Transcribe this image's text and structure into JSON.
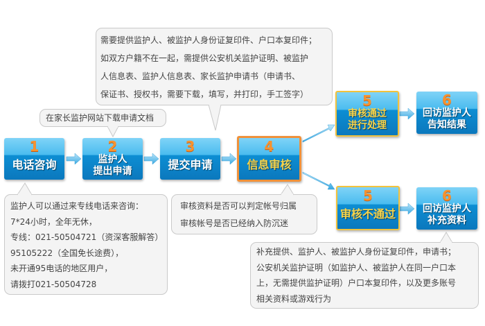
{
  "steps": [
    {
      "num": "1",
      "label": "电话咨询"
    },
    {
      "num": "2",
      "label": "监护人\n提出申请"
    },
    {
      "num": "3",
      "label": "提交申请"
    },
    {
      "num": "4",
      "label": "信息审核"
    },
    {
      "num": "5",
      "label": "审核通过\n进行处理"
    },
    {
      "num": "6",
      "label": "回访监护人\n告知结果"
    },
    {
      "num": "5",
      "label": "审核不通过"
    },
    {
      "num": "6",
      "label": "回访监护人\n补充资料"
    }
  ],
  "notes": {
    "download": "在家长监护网站下载申请文档",
    "documents": [
      "需要提供监护人、被监护人身份证复印件、户口本复印件；",
      "如双方户籍不在一起，需提供公安机关监护证明、被监护",
      "人信息表、监护人信息表、家长监护申请书（申请书、",
      "保证书、授权书，需要下载，填写，并打印，手工签字）"
    ],
    "phone": [
      "监护人可以通过来专线电话来咨询：",
      "7*24小时，全年无休，",
      "专线：021-50504721（资深客服解答）",
      "95105222（全国免长途费），",
      "未开通95电话的地区用户，",
      "请拨打021-50504728"
    ],
    "review": [
      "审核资料是否可以判定帐号归属",
      "审核帐号是否已经纳入防沉迷"
    ],
    "supplement": [
      "补充提供、监护人、被监护人身份证复印件，申请书；",
      "公安机关监护证明（如监护人、被监护人在同一户口本",
      "上，无需提供监护证明）户口本复印件，以及更多账号",
      "相关资料或游戏行为"
    ]
  }
}
